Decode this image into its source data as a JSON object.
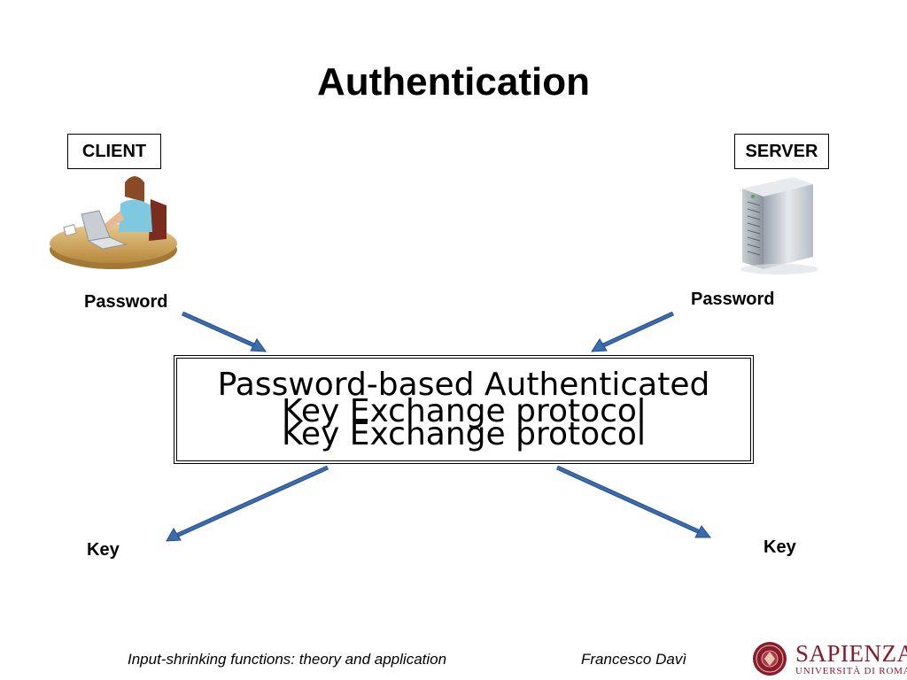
{
  "slide": {
    "title": "Authentication",
    "client_label": "CLIENT",
    "server_label": "SERVER",
    "client_password": "Password",
    "server_password": "Password",
    "protocol_lines": [
      "Password-based Authenticated",
      "Key Exchange protocol",
      "Key Exchange protocol"
    ],
    "client_key": "Key",
    "server_key": "Key"
  },
  "footer": {
    "talk_title": "Input-shrinking functions: theory and application",
    "author": "Francesco Davì"
  },
  "logo": {
    "name": "SAPIENZA",
    "subtitle": "UNIVERSITÀ DI ROMA"
  },
  "colors": {
    "arrow": "#3a6db0",
    "arrow_edge": "#2a4f82",
    "logo": "#8b1a2b"
  },
  "icons": {
    "client": "person-at-laptop-icon",
    "server": "server-tower-icon",
    "logo": "university-seal-icon"
  }
}
